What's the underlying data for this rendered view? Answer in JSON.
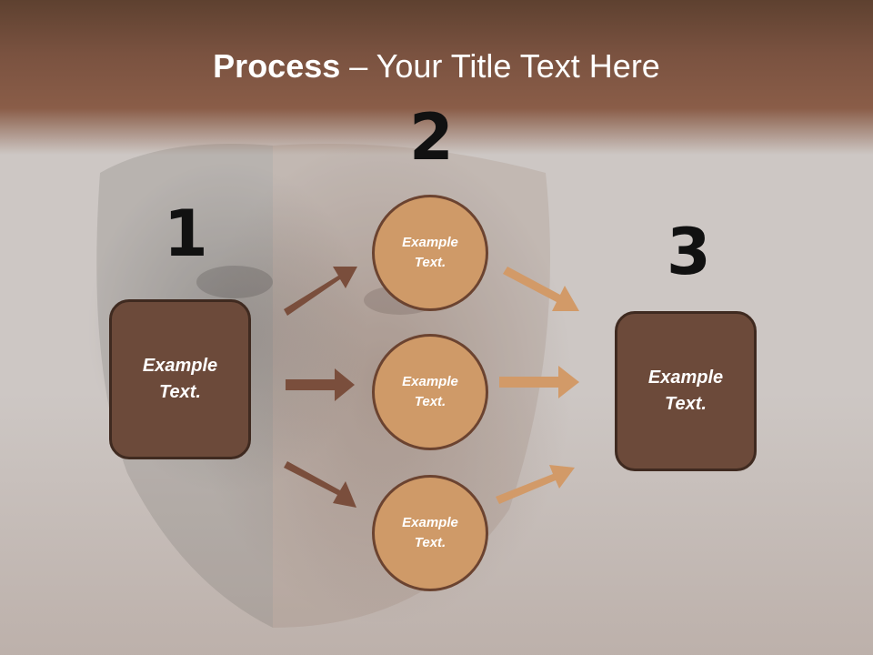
{
  "title": {
    "bold": "Process",
    "rest": " – Your Title Text Here"
  },
  "steps": {
    "one": {
      "number": "1",
      "text": "Example Text."
    },
    "two": {
      "number": "2"
    },
    "three": {
      "number": "3",
      "text": "Example Text."
    }
  },
  "circles": [
    {
      "text": "Example Text."
    },
    {
      "text": "Example Text."
    },
    {
      "text": "Example Text."
    }
  ],
  "colors": {
    "dark_arrow": "#7a4e3c",
    "light_arrow": "#d29a68",
    "box_fill": "#6c4a3a",
    "circle_fill": "#cf9a68"
  }
}
